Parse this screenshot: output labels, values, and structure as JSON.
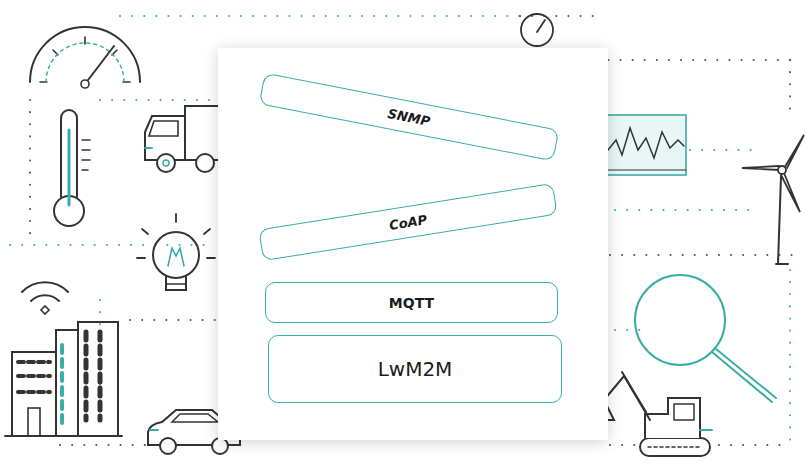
{
  "diagram": {
    "nodes": [
      {
        "text": [
          "SNMP"
        ]
      },
      {
        "text": [
          "CoAP"
        ]
      },
      {
        "text": [
          "MQTT"
        ]
      },
      {
        "text": [
          "LwM2M"
        ]
      }
    ]
  }
}
